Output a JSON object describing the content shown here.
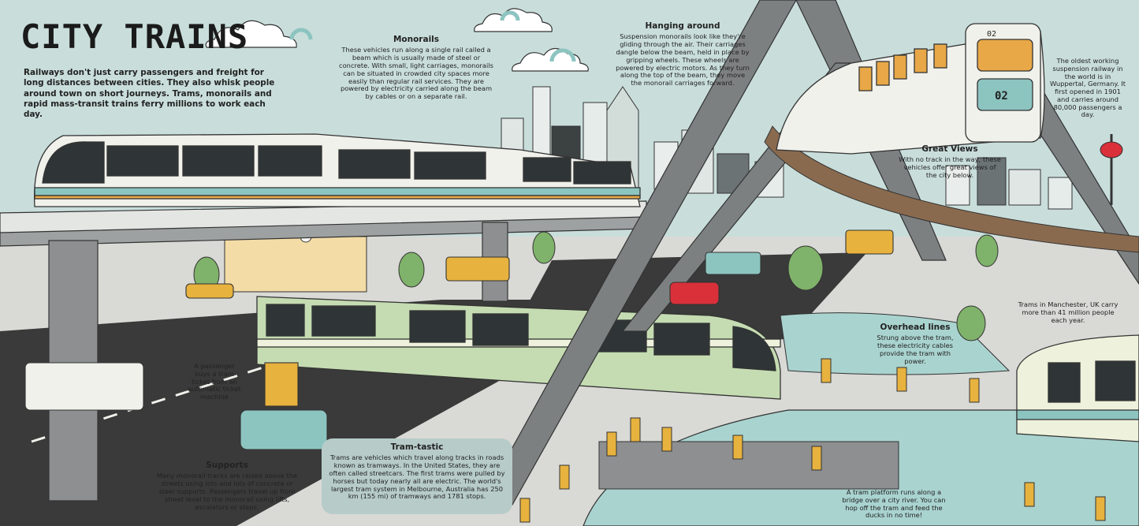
{
  "title": "CITY TRAINS",
  "intro": "Railways don't just carry passengers and freight for long distances between cities. They also whisk people around town on short journeys. Trams, monorails and rapid mass-transit trains ferry millions to work each day.",
  "monorails": {
    "heading": "Monorails",
    "body": "These vehicles run along a single rail called a beam which is usually made of steel or concrete. With small, light carriages, monorails can be situated in crowded city spaces more easily than regular rail services. They are powered by electricity carried along the beam by cables or on a separate rail."
  },
  "hanging_around": {
    "heading": "Hanging around",
    "body": "Suspension monorails look like they're gliding through the air. Their carriages dangle below the beam, held in place by gripping wheels. These wheels are powered by electric motors. As they turn along the top of the beam, they move the monorail carriages forward."
  },
  "oldest": "The oldest working suspension railway in the world is in Wuppertal, Germany. It first opened in 1901 and carries around 80,000 passengers a day.",
  "great_views": {
    "heading": "Great Views",
    "body": "With no track in the way, these vehicles offer great views of the city below."
  },
  "manchester": "Trams in Manchester, UK carry more than 41 million people each year.",
  "overhead_lines": {
    "heading": "Overhead lines",
    "body": "Strung above the tram, these electricity cables provide the tram with power."
  },
  "ticket": "A passenger buys a tram ticket from an automatic ticket machine",
  "tram_tastic": {
    "heading": "Tram-tastic",
    "body": "Trams are vehicles which travel along tracks in roads known as tramways. In the United States, they are often called streetcars. The first trams were pulled by horses but today nearly all are electric. The world's largest tram system in Melbourne, Australia has 250 km (155 mi) of tramways and 1781 stops."
  },
  "supports": {
    "heading": "Supports",
    "body": "Many monorail tracks are raised above the streets using lots and lots of concrete or steel supports. Passengers travel up from street level to the monorail using lifts, escalators or steps."
  },
  "platform": "A tram platform runs along a bridge over a city river. You can hop off the tram and feed the ducks in no time!",
  "train_numbers": {
    "suspension_top": "02",
    "suspension_front": "02"
  },
  "colors": {
    "sky": "#c9dedb",
    "monorail_body": "#f1f1ec",
    "monorail_stripe_teal": "#8cc4c0",
    "monorail_stripe_orange": "#e8a847",
    "tram_green": "#c5dcb2",
    "tram_cream": "#eef2dc",
    "road": "#3a3a3a",
    "beam_grey": "#8d8f90",
    "river": "#a9d3cf",
    "rust_beam": "#8a6a4e",
    "red_car": "#d9303a",
    "ochre": "#e7b23e"
  }
}
